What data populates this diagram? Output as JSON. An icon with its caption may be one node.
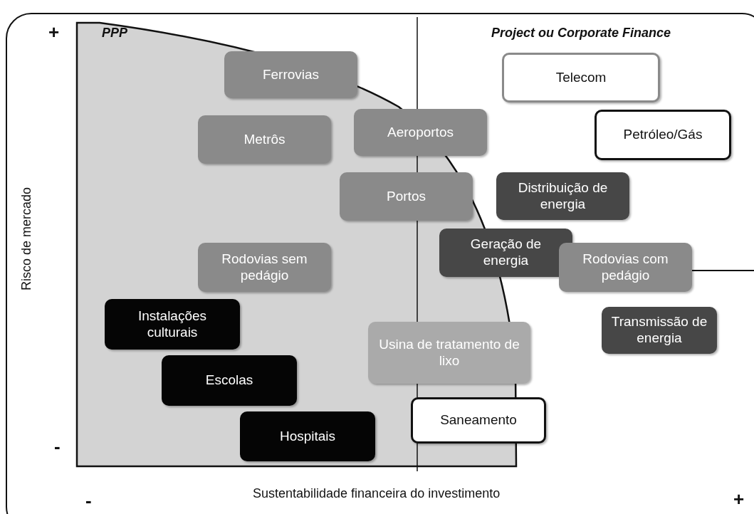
{
  "diagram": {
    "nodes": [
      {
        "text": [
          "Ferrovias"
        ]
      },
      {
        "text": [
          "Telecom"
        ]
      },
      {
        "text": [
          "Metrôs"
        ]
      },
      {
        "text": [
          "Aeroportos"
        ]
      },
      {
        "text": [
          "Petróleo/Gás"
        ]
      },
      {
        "text": [
          "Portos"
        ]
      },
      {
        "text": [
          "Distribuição de energia"
        ]
      },
      {
        "text": [
          "Geração de energia"
        ]
      },
      {
        "text": [
          "Rodovias sem pedágio"
        ]
      },
      {
        "text": [
          "Rodovias com pedágio"
        ]
      },
      {
        "text": [
          "Instalações culturais"
        ]
      },
      {
        "text": [
          "Transmissão de energia"
        ]
      },
      {
        "text": [
          "Usina de tratamento de lixo"
        ]
      },
      {
        "text": [
          "Escolas"
        ]
      },
      {
        "text": [
          "Saneamento"
        ]
      },
      {
        "text": [
          "Hospitais"
        ]
      }
    ],
    "labels": [
      "+",
      "PPP",
      "Project ou Corporate Finance",
      "Risco de mercado",
      "-",
      "-",
      "Sustentabilidade financeira do investimento",
      "+"
    ]
  }
}
